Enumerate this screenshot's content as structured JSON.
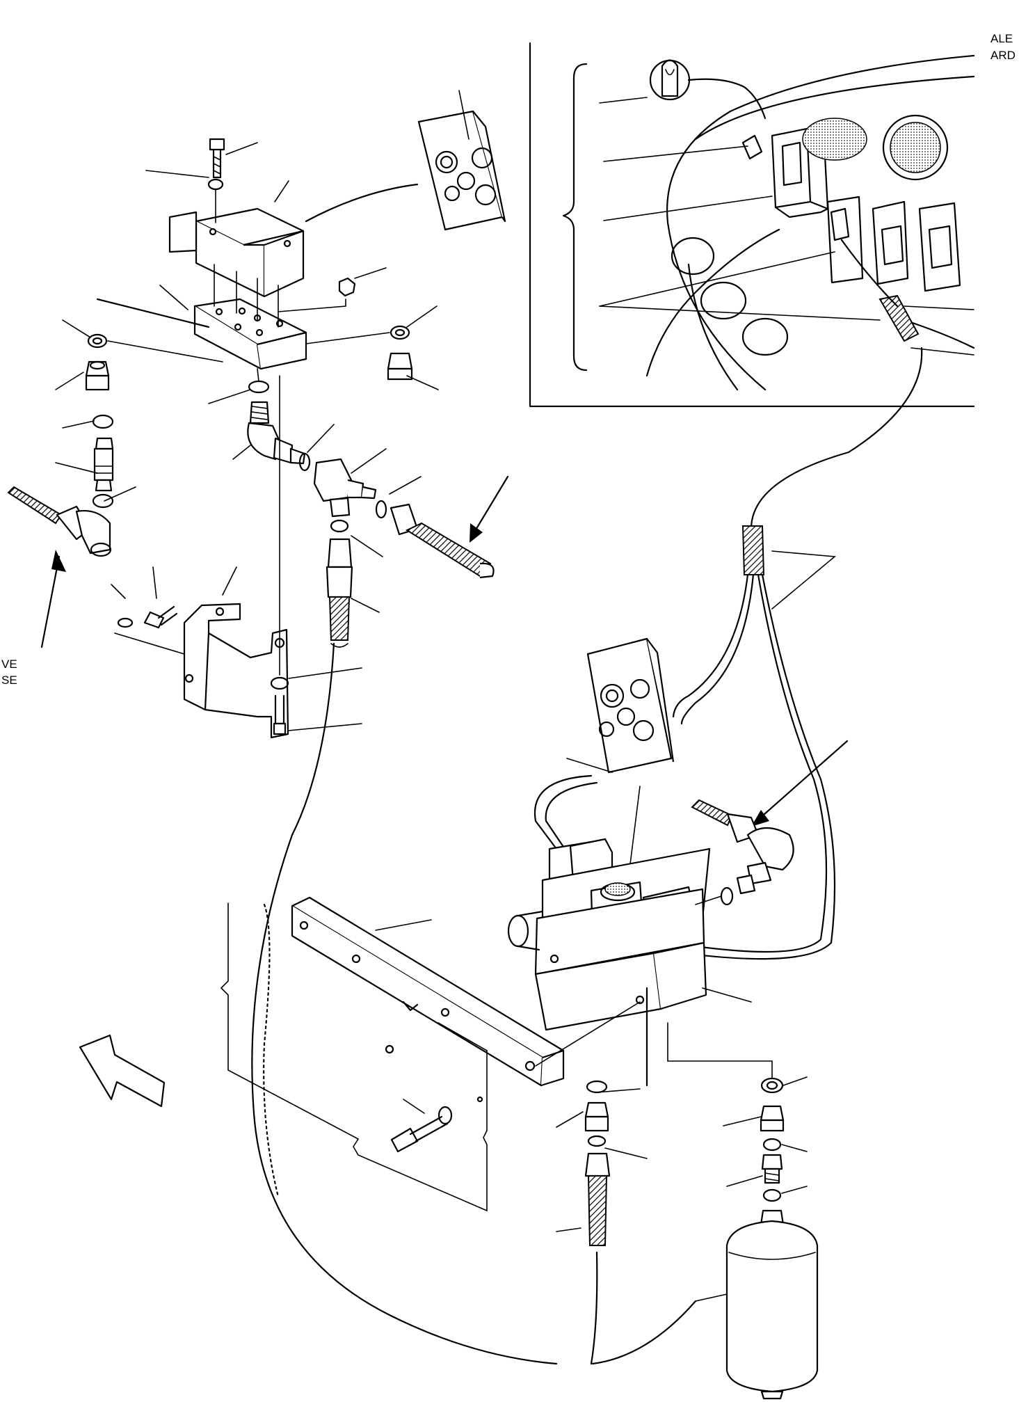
{
  "edge_text": {
    "top_right_line1": "ALE",
    "top_right_line2": "ARD",
    "left_line1": "VE",
    "left_line2": "SE"
  }
}
